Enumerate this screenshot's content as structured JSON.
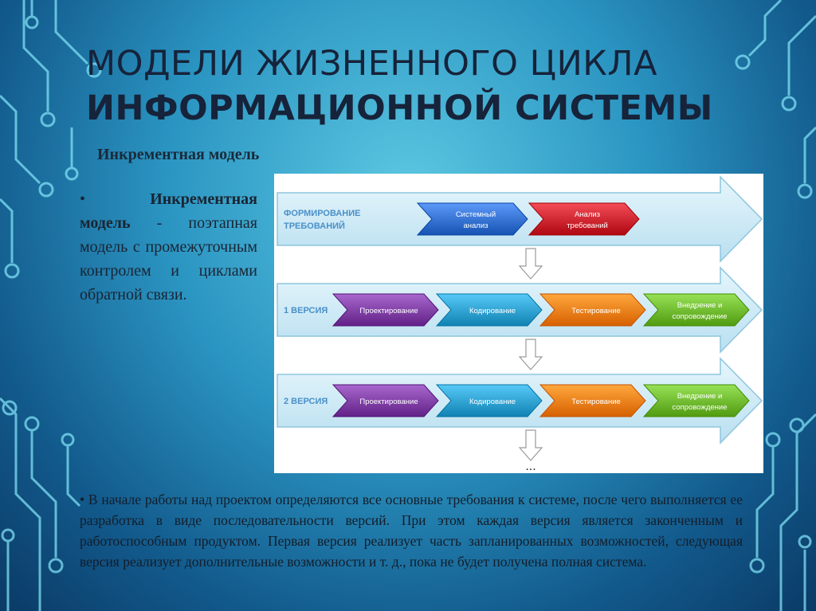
{
  "slide": {
    "title_line1": "МОДЕЛИ ЖИЗНЕННОГО ЦИКЛА",
    "title_line2": "ИНФОРМАЦИОННОЙ СИСТЕМЫ",
    "subtitle": "Инкрементная модель"
  },
  "left_bullet": {
    "marker": "•",
    "bold_term": "Инкрементная модель",
    "rest": "- поэтапная модель с промежуточным контролем и циклами обратной связи."
  },
  "diagram": {
    "rows": [
      {
        "label": "ФОРМИРОВАНИЕ ТРЕБОВАНИЙ",
        "steps": [
          {
            "label": "Системный анализ",
            "color": "#2f6ccc"
          },
          {
            "label": "Анализ требований",
            "color": "#c8202a"
          }
        ]
      },
      {
        "label": "1 ВЕРСИЯ",
        "steps": [
          {
            "label": "Проектирование",
            "color": "#7a3aa0"
          },
          {
            "label": "Кодирование",
            "color": "#2a9ccc"
          },
          {
            "label": "Тестирование",
            "color": "#ef7a10"
          },
          {
            "label": "Внедрение и сопровождение",
            "color": "#6ab42a"
          }
        ]
      },
      {
        "label": "2 ВЕРСИЯ",
        "steps": [
          {
            "label": "Проектирование",
            "color": "#7a3aa0"
          },
          {
            "label": "Кодирование",
            "color": "#2a9ccc"
          },
          {
            "label": "Тестирование",
            "color": "#ef7a10"
          },
          {
            "label": "Внедрение и сопровождение",
            "color": "#6ab42a"
          }
        ]
      }
    ],
    "continuation": "..."
  },
  "bottom_paragraph": "• В начале работы над проектом определяются все основные требования к системе, после чего выполняется ее разработка в виде последовательности версий. При этом каждая версия является законченным и работоспособным продуктом. Первая версия реализует часть запланированных возможностей, следующая версия реализует дополнительные возможности и т. д., пока не будет получена полная система."
}
